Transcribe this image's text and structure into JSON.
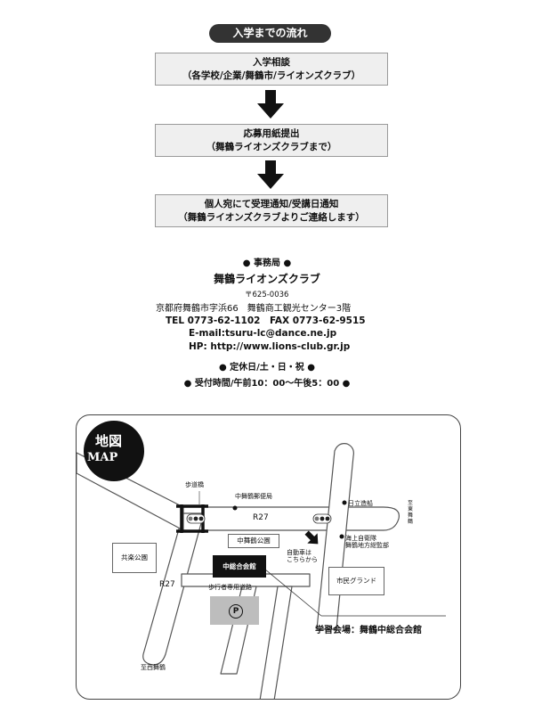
{
  "flow": {
    "title": "入学までの流れ",
    "steps": [
      {
        "line1": "入学相談",
        "line2": "（各学校/企業/舞鶴市/ライオンズクラブ）"
      },
      {
        "line1": "応募用紙提出",
        "line2": "（舞鶴ライオンズクラブまで）"
      },
      {
        "line1": "個人宛にて受理通知/受講日通知",
        "line2": "（舞鶴ライオンズクラブよりご連絡します）"
      }
    ]
  },
  "office": {
    "heading": "● 事務局 ●",
    "name": "舞鶴ライオンズクラブ",
    "postal": "〒625-0036",
    "address": "京都府舞鶴市字浜66　舞鶴商工観光センター3階",
    "tel_fax": "TEL 0773-62-1102　FAX 0773-62-9515",
    "email": "E-mail:tsuru-lc@dance.ne.jp",
    "hp": "HP: http://www.lions-club.gr.jp",
    "holidays": "● 定休日/土・日・祝 ●",
    "hours": "● 受付時間/午前10：00～午後5：00 ●"
  },
  "map": {
    "badge_top": "地図",
    "badge_bottom": "MAP",
    "labels": {
      "footbridge": "歩道橋",
      "post_office": "中舞鶴郵便局",
      "hitachi": "日立造船",
      "to_higashi": "至東舞鶴",
      "route_top": "R27",
      "route_left": "R27",
      "naka_park": "中舞鶴公園",
      "kyoraku_park": "共楽公園",
      "hall": "中総合会館",
      "car_entrance": "自動車は\nこちらから",
      "jmsdf": "海上自衛隊\n舞鶴地方総監部",
      "city_grand": "市民グランド",
      "pedestrian_road": "歩行者専用道路",
      "parking": "P",
      "to_nishi": "至西舞鶴",
      "venue": "学習会場：舞鶴中総合会館"
    }
  }
}
